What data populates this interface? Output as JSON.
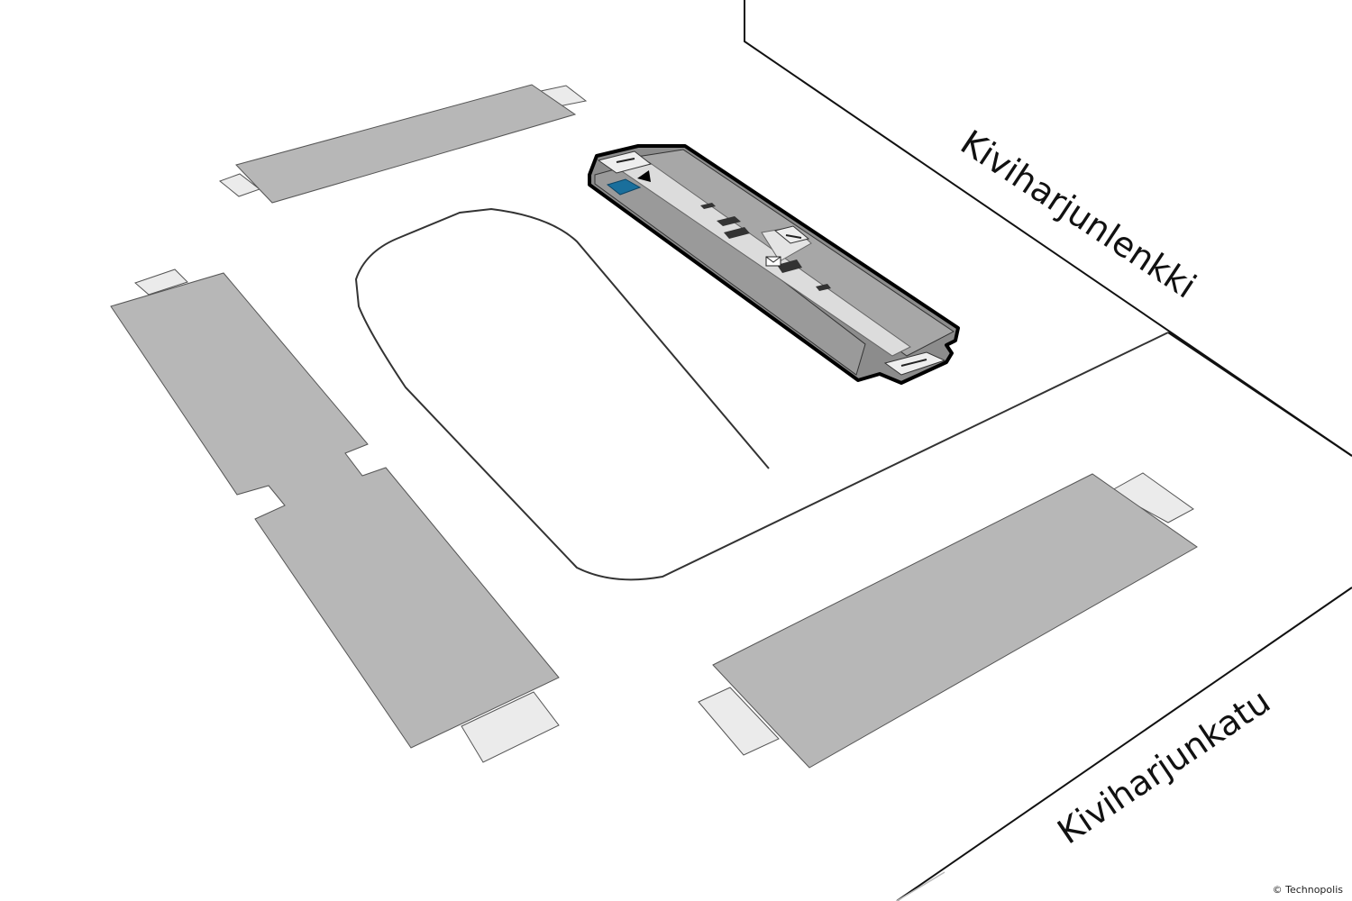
{
  "map": {
    "streets": [
      {
        "id": "kiviharjunlenkki",
        "name": "Kiviharjunlenkki"
      },
      {
        "id": "kiviharjunkatu",
        "name": "Kiviharjunkatu"
      }
    ],
    "copyright": "© Technopolis",
    "colors": {
      "background": "#ffffff",
      "building": "#b7b7b7",
      "building_outline": "#555555",
      "entrance": "#ebebeb",
      "highlight_building": "#9a9a9a",
      "corridor": "#dcdcdc",
      "selected_space": "#1a6f9c",
      "road_line": "#111111"
    },
    "icons": [
      "you-are-here-marker-icon",
      "envelope-icon"
    ]
  }
}
